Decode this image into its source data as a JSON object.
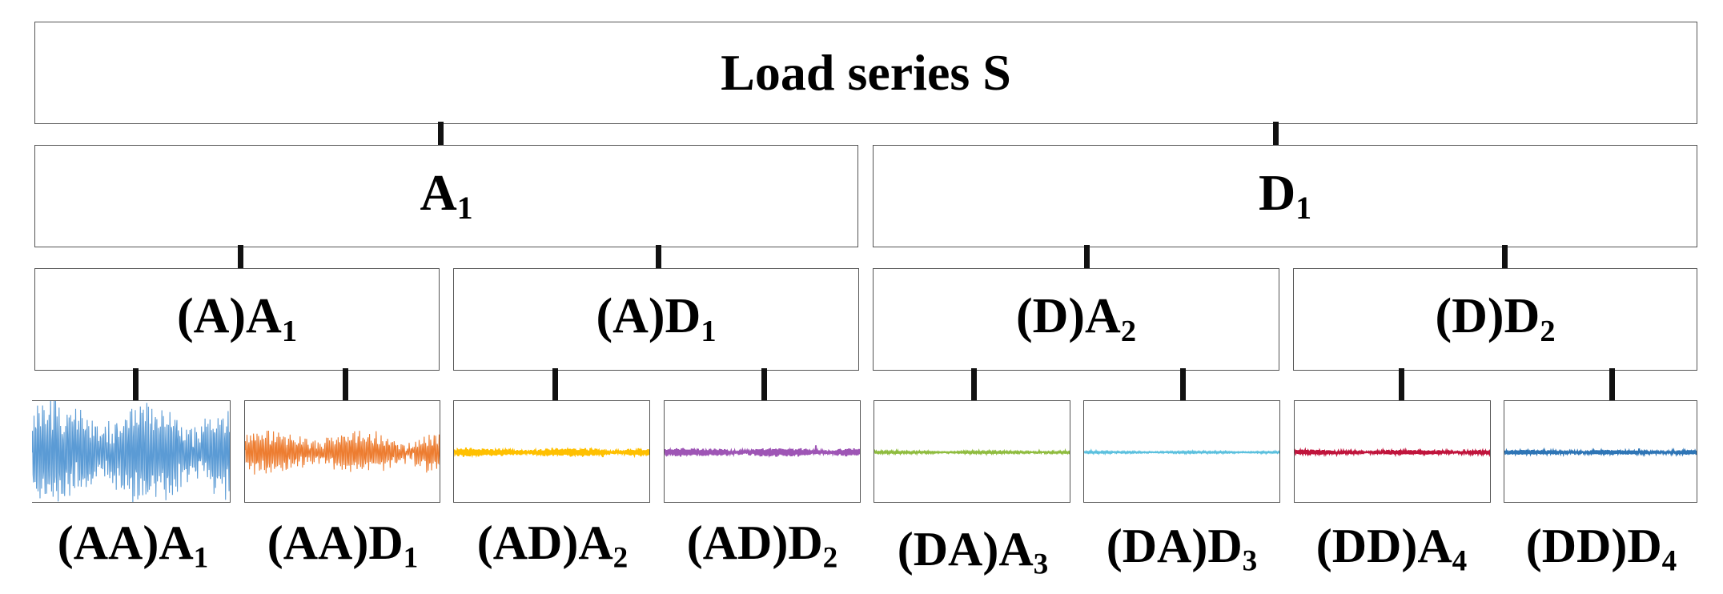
{
  "root": {
    "label": "Load series  S"
  },
  "level1": [
    {
      "main": "A",
      "sub": "1"
    },
    {
      "main": "D",
      "sub": "1"
    }
  ],
  "level2": [
    {
      "main": "(A)A",
      "sub": "1"
    },
    {
      "main": "(A)D",
      "sub": "1"
    },
    {
      "main": "(D)A",
      "sub": "2"
    },
    {
      "main": "(D)D",
      "sub": "2"
    }
  ],
  "leaves": [
    {
      "main": "(AA)A",
      "sub": "1",
      "color": "#5b9bd5",
      "amplitude": 0.85
    },
    {
      "main": "(AA)D",
      "sub": "1",
      "color": "#ed7d31",
      "amplitude": 0.35
    },
    {
      "main": "(AD)A",
      "sub": "2",
      "color": "#ffc000",
      "amplitude": 0.07
    },
    {
      "main": "(AD)D",
      "sub": "2",
      "color": "#9e55b5",
      "amplitude": 0.07
    },
    {
      "main": "(DA)A",
      "sub": "3",
      "color": "#8fbc3f",
      "amplitude": 0.02
    },
    {
      "main": "(DA)D",
      "sub": "3",
      "color": "#5bc0de",
      "amplitude": 0.015
    },
    {
      "main": "(DD)A",
      "sub": "4",
      "color": "#c0143c",
      "amplitude": 0.04
    },
    {
      "main": "(DD)D",
      "sub": "4",
      "color": "#2e75b6",
      "amplitude": 0.04
    }
  ]
}
